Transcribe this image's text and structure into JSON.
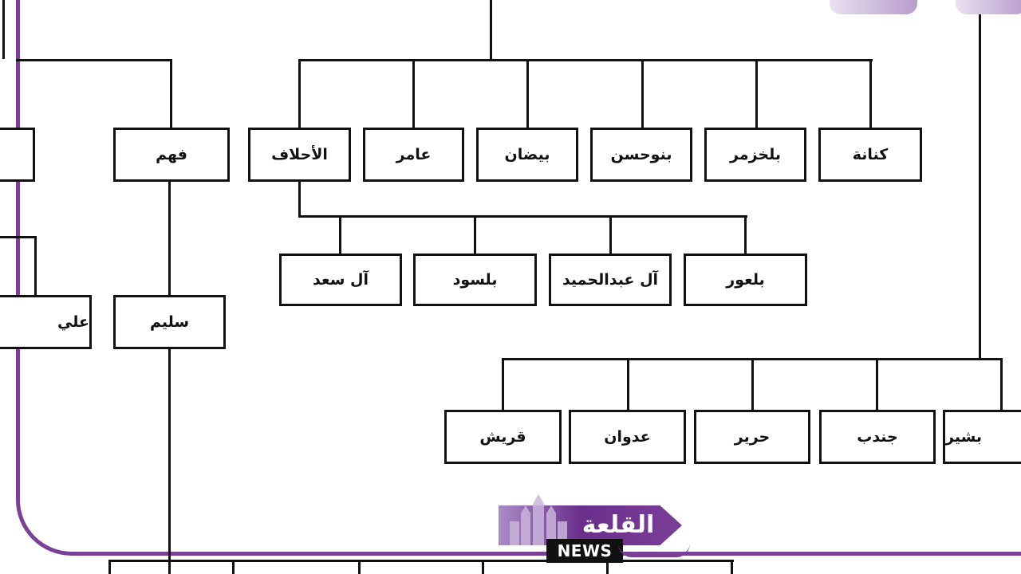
{
  "diagram": {
    "nodes": {
      "fahm": "فهم",
      "ahlaf": "الأحلاف",
      "amer": "عامر",
      "baydan": "بيضان",
      "bnuhasan": "بنوحسن",
      "balkhazmar": "بلخزمر",
      "kanana": "كنانة",
      "al_saad": "آل سعد",
      "balsawd": "بلسود",
      "al_abdulhamid": "آل عبدالحميد",
      "balaawr": "بلعور",
      "sulaym": "سليم",
      "ali": "علي",
      "quraysh": "قريش",
      "adwan": "عدوان",
      "harir": "حرير",
      "jundub": "جندب",
      "bashir": "بشير"
    }
  },
  "brand": {
    "name_ar": "القلعة",
    "name_en": "NEWS",
    "accent_color": "#7b3f98"
  }
}
